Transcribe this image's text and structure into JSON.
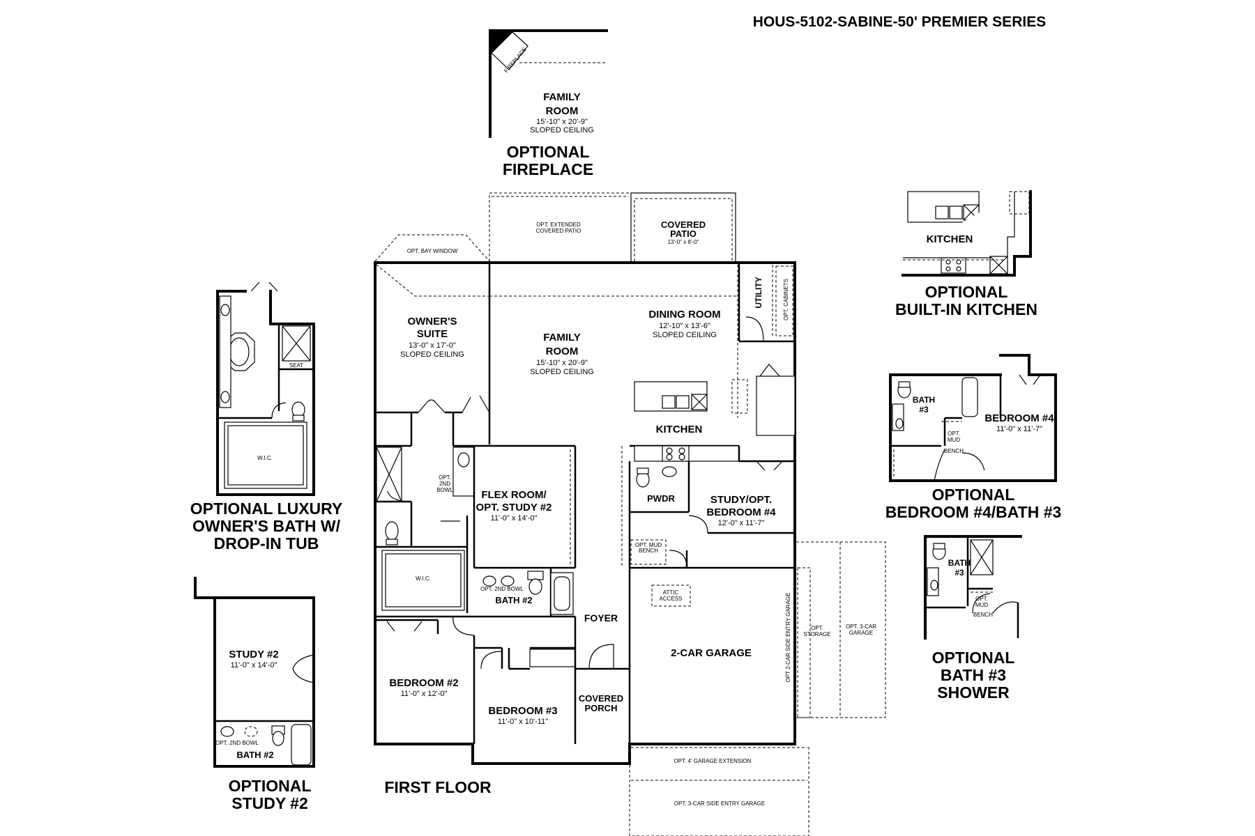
{
  "title": "HOUS-5102-SABINE-50' PREMIER SERIES",
  "floor_label": "FIRST FLOOR",
  "rooms": {
    "owners_suite": {
      "name_1": "OWNER'S",
      "name_2": "SUITE",
      "dims": "13'-0\" x 17'-0\"",
      "note": "SLOPED CEILING"
    },
    "family_room": {
      "name_1": "FAMILY",
      "name_2": "ROOM",
      "dims": "15'-10\" x 20'-9\"",
      "note": "SLOPED CEILING"
    },
    "dining_room": {
      "name": "DINING ROOM",
      "dims": "12'-10\" x 13'-6\"",
      "note": "SLOPED CEILING"
    },
    "utility": {
      "name": "UTILITY"
    },
    "opt_cabinets": {
      "name": "OPT. CABINETS"
    },
    "kitchen": {
      "name": "KITCHEN"
    },
    "covered_patio": {
      "name_1": "COVERED",
      "name_2": "PATIO",
      "dims": "13'-0\" x 8'-0\""
    },
    "opt_extended_patio": {
      "line_1": "OPT. EXTENDED",
      "line_2": "COVERED PATIO"
    },
    "opt_bay_window": {
      "name": "OPT. BAY WINDOW"
    },
    "flex_room": {
      "name_1": "FLEX ROOM/",
      "name_2": "OPT. STUDY #2",
      "dims": "11'-0\" x 14'-0\""
    },
    "opt_2nd_bowl_owner": {
      "line_1": "OPT.",
      "line_2": "2ND",
      "line_3": "BOWL"
    },
    "wic": {
      "name": "W.I.C."
    },
    "pwdr": {
      "name": "PWDR"
    },
    "study_bedroom4": {
      "name_1": "STUDY/OPT.",
      "name_2": "BEDROOM #4",
      "dims": "12'-0\" x 11'-7\""
    },
    "opt_mud_bench": {
      "line_1": "OPT. MUD",
      "line_2": "BENCH"
    },
    "attic_access": {
      "line_1": "ATTIC",
      "line_2": "ACCESS"
    },
    "bath2": {
      "name": "BATH #2",
      "opt": "OPT. 2ND BOWL"
    },
    "foyer": {
      "name": "FOYER"
    },
    "garage": {
      "name": "2-CAR GARAGE"
    },
    "opt_side_entry": {
      "name": "OPT 2-CAR SIDE ENTRY GARAGE"
    },
    "opt_storage": {
      "line_1": "OPT.",
      "line_2": "STORAGE"
    },
    "opt_3car": {
      "line_1": "OPT. 3-CAR",
      "line_2": "GARAGE"
    },
    "bedroom2": {
      "name": "BEDROOM #2",
      "dims": "11'-0\" x 12'-0\""
    },
    "bedroom3": {
      "name": "BEDROOM #3",
      "dims": "11'-0\" x 10'-11\""
    },
    "covered_porch": {
      "name_1": "COVERED",
      "name_2": "PORCH"
    },
    "opt_garage_ext": {
      "name": "OPT. 4' GARAGE EXTENSION"
    },
    "opt_3car_side": {
      "name": "OPT. 3-CAR SIDE ENTRY GARAGE"
    }
  },
  "insets": {
    "fireplace": {
      "room_1": "FAMILY",
      "room_2": "ROOM",
      "dims": "15'-10\" x 20'-9\"",
      "note": "SLOPED CEILING",
      "fp_label": "FIREPLACE",
      "caption_1": "OPTIONAL",
      "caption_2": "FIREPLACE"
    },
    "kitchen": {
      "room": "KITCHEN",
      "caption_1": "OPTIONAL",
      "caption_2": "BUILT-IN KITCHEN"
    },
    "luxury_bath": {
      "seat": "SEAT",
      "wic": "W.I.C.",
      "caption_1": "OPTIONAL LUXURY",
      "caption_2": "OWNER'S BATH W/",
      "caption_3": "DROP-IN TUB"
    },
    "bedroom4": {
      "bath_1": "BATH",
      "bath_2": "#3",
      "mud_1": "OPT.",
      "mud_2": "MUD",
      "mud_3": "BENCH",
      "room": "BEDROOM #4",
      "dims": "11'-0\" x 11'-7\"",
      "caption_1": "OPTIONAL",
      "caption_2": "BEDROOM #4/BATH #3"
    },
    "bath3": {
      "bath_1": "BATH",
      "bath_2": "#3",
      "mud_1": "OPT.",
      "mud_2": "MUD",
      "mud_3": "BENCH",
      "caption_1": "OPTIONAL",
      "caption_2": "BATH #3",
      "caption_3": "SHOWER"
    },
    "study2": {
      "room": "STUDY #2",
      "dims": "11'-0\" x 14'-0\"",
      "opt": "OPT. 2ND BOWL",
      "bath": "BATH #2",
      "caption_1": "OPTIONAL",
      "caption_2": "STUDY #2"
    }
  }
}
